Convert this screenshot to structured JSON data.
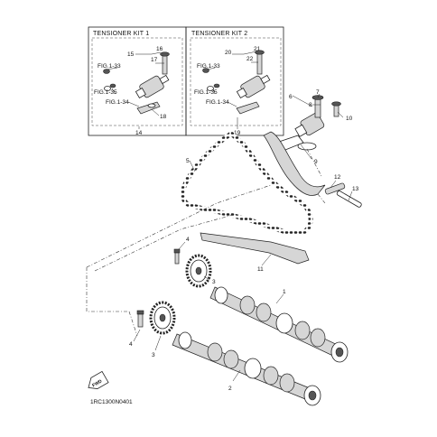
{
  "kits": [
    {
      "title": "TENSIONER KIT 1",
      "kit_number": "14"
    },
    {
      "title": "TENSIONER KIT 2",
      "kit_number": "19"
    }
  ],
  "callouts": {
    "k1_15": "15",
    "k1_16": "16",
    "k1_17": "17",
    "k1_18": "18",
    "k1_fig133": "FIG.1-33",
    "k1_fig135": "FIG.1-35",
    "k1_fig134": "FIG.1-34",
    "k2_20": "20",
    "k2_21": "21",
    "k2_22": "22",
    "k2_fig133": "FIG.1-33",
    "k2_fig135": "FIG.1-35",
    "k2_fig134": "FIG.1-34",
    "p1": "1",
    "p2": "2",
    "p3a": "3",
    "p3b": "3",
    "p4a": "4",
    "p4b": "4",
    "p5": "5",
    "p6": "6",
    "p7": "7",
    "p8": "8",
    "p9": "9",
    "p10": "10",
    "p11": "11",
    "p12": "12",
    "p13": "13"
  },
  "fwd_label": "FWD",
  "diagram_code": "1RC1300N0401"
}
